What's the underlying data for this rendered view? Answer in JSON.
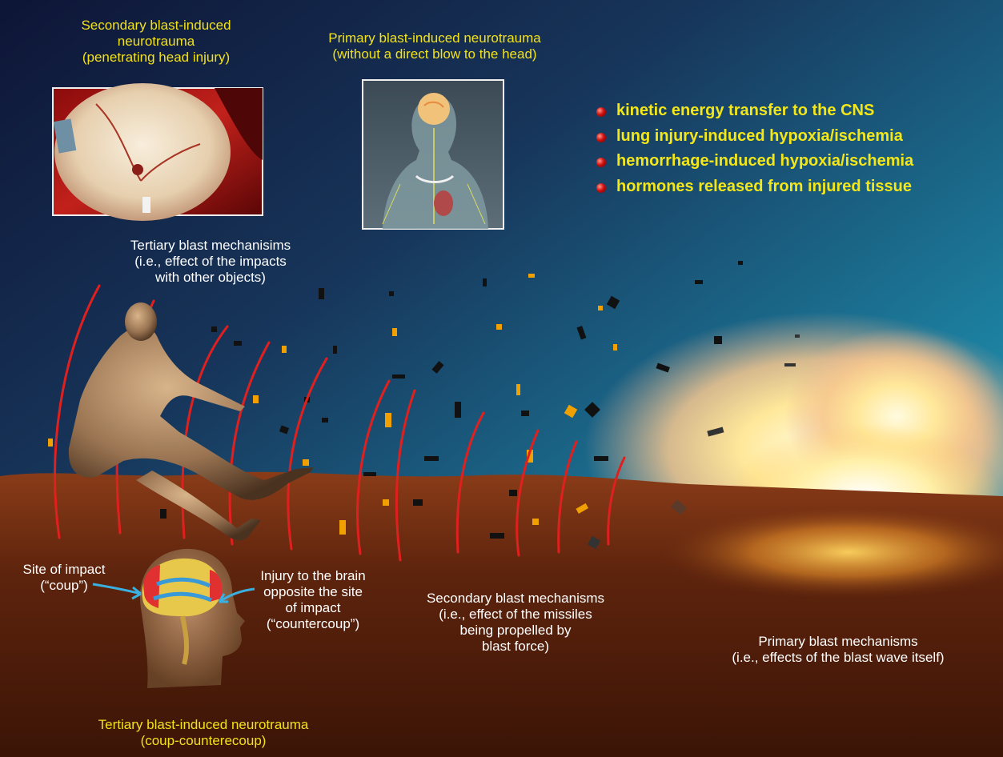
{
  "labels": {
    "secondary_neurotrauma": [
      "Secondary blast-induced",
      "neurotrauma",
      "(penetrating head injury)"
    ],
    "primary_neurotrauma": [
      "Primary blast-induced neurotrauma",
      "(without a direct blow to the head)"
    ],
    "tertiary_mechanisms": [
      "Tertiary blast mechanisims",
      "(i.e., effect of the impacts",
      "with other objects)"
    ],
    "site_of_impact": [
      "Site of impact",
      "(“coup”)"
    ],
    "injury_opposite": [
      "Injury to the brain",
      "opposite the site",
      "of impact",
      "(“countercoup”)"
    ],
    "secondary_mechanisms": [
      "Secondary blast mechanisms",
      "(i.e., effect of the missiles",
      "being propelled by",
      "blast force)"
    ],
    "primary_mechanisms": [
      "Primary blast mechanisms",
      "(i.e., effects of the blast wave itself)"
    ],
    "tertiary_neurotrauma": [
      "Tertiary blast-induced neurotrauma",
      "(coup-counterecoup)"
    ]
  },
  "bullets": [
    "kinetic energy transfer to the CNS",
    "lung injury-induced hypoxia/ischemia",
    "hemorrhage-induced hypoxia/ischemia",
    "hormones released from injured tissue"
  ],
  "colors": {
    "sky_top": "#10183a",
    "sky_bottom": "#1f8fb0",
    "ground": "#6b2a12",
    "label_yellow": "#f2e21a",
    "label_white": "#ffffff",
    "blast_arc": "#e0201e",
    "blast_glow": "#fff6c8",
    "bullet_dot": "#d01010"
  }
}
